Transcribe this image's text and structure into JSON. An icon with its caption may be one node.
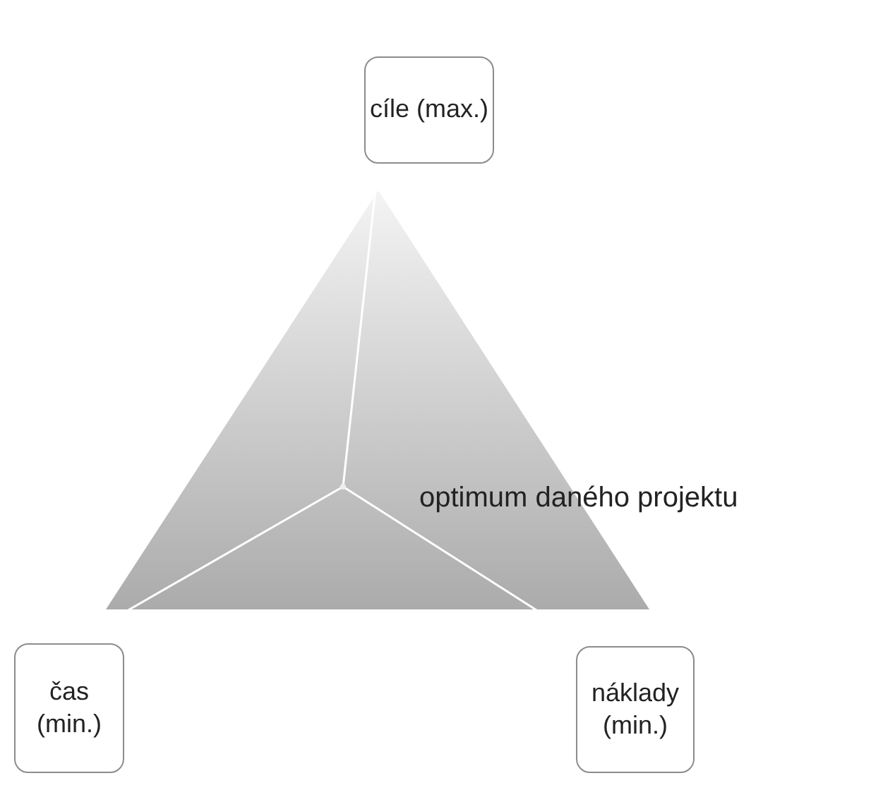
{
  "diagram": {
    "nodes": [
      {
        "text": [
          "cíle (max.)"
        ]
      },
      {
        "text": [
          "čas (min.)"
        ]
      },
      {
        "text": [
          "náklady (min.)"
        ]
      },
      {
        "text": [],
        "shape": "point"
      }
    ],
    "edges": [
      {
        "from": 3,
        "to": 0,
        "arrow": "none"
      },
      {
        "from": 3,
        "to": 1,
        "arrow": "none"
      },
      {
        "from": 3,
        "to": 2,
        "arrow": "none"
      }
    ],
    "labels": [
      "optimum daného projektu"
    ]
  }
}
